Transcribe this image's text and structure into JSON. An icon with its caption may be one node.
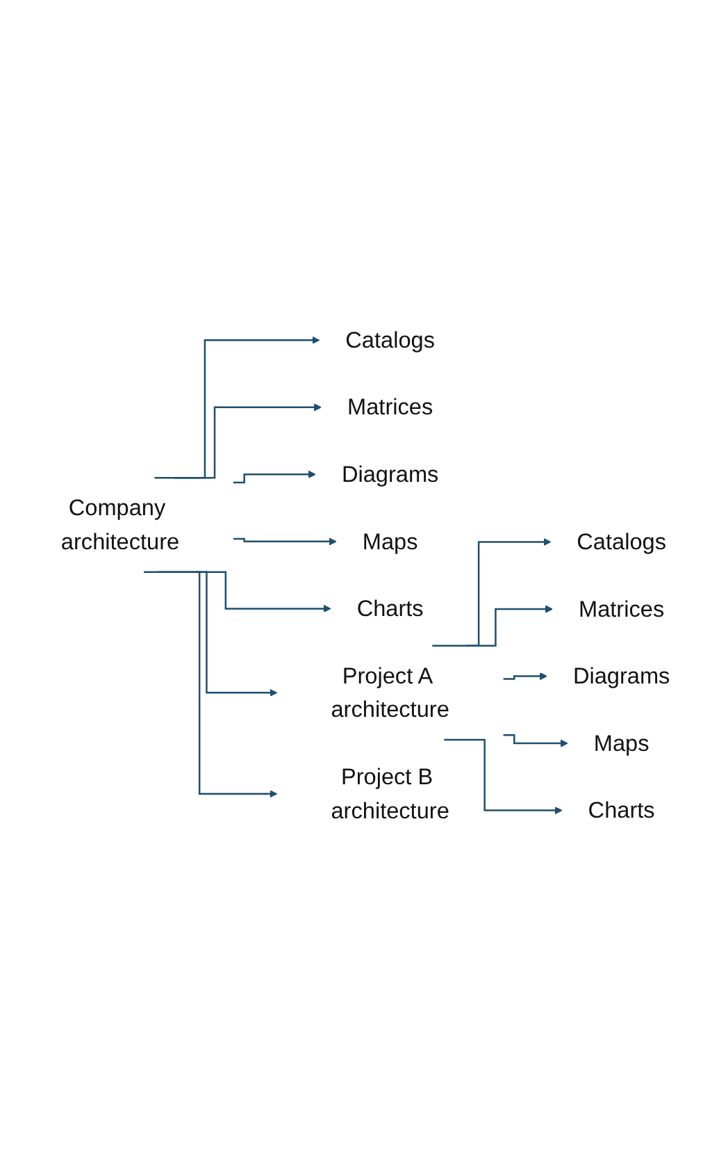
{
  "diagram": {
    "nodes": [
      {
        "text": [
          "Company architecture"
        ]
      },
      {
        "text": [
          "Catalogs"
        ]
      },
      {
        "text": [
          "Matrices"
        ]
      },
      {
        "text": [
          "Diagrams"
        ]
      },
      {
        "text": [
          "Maps"
        ]
      },
      {
        "text": [
          "Charts"
        ]
      },
      {
        "text": [
          "Project A architecture"
        ]
      },
      {
        "text": [
          "Catalogs"
        ]
      },
      {
        "text": [
          "Matrices"
        ]
      },
      {
        "text": [
          "Diagrams"
        ]
      },
      {
        "text": [
          "Maps"
        ]
      },
      {
        "text": [
          "Charts"
        ]
      },
      {
        "text": [
          "Project B architecture"
        ]
      }
    ],
    "edges": [
      {
        "from": 0,
        "to": 1,
        "arrow": "to"
      },
      {
        "from": 0,
        "to": 2,
        "arrow": "to"
      },
      {
        "from": 0,
        "to": 3,
        "arrow": "to"
      },
      {
        "from": 0,
        "to": 4,
        "arrow": "to"
      },
      {
        "from": 0,
        "to": 5,
        "arrow": "to"
      },
      {
        "from": 0,
        "to": 6,
        "arrow": "to"
      },
      {
        "from": 6,
        "to": 7,
        "arrow": "to"
      },
      {
        "from": 6,
        "to": 8,
        "arrow": "to"
      },
      {
        "from": 6,
        "to": 9,
        "arrow": "to"
      },
      {
        "from": 6,
        "to": 10,
        "arrow": "to"
      },
      {
        "from": 6,
        "to": 11,
        "arrow": "to"
      },
      {
        "from": 0,
        "to": 12,
        "arrow": "to"
      }
    ]
  }
}
